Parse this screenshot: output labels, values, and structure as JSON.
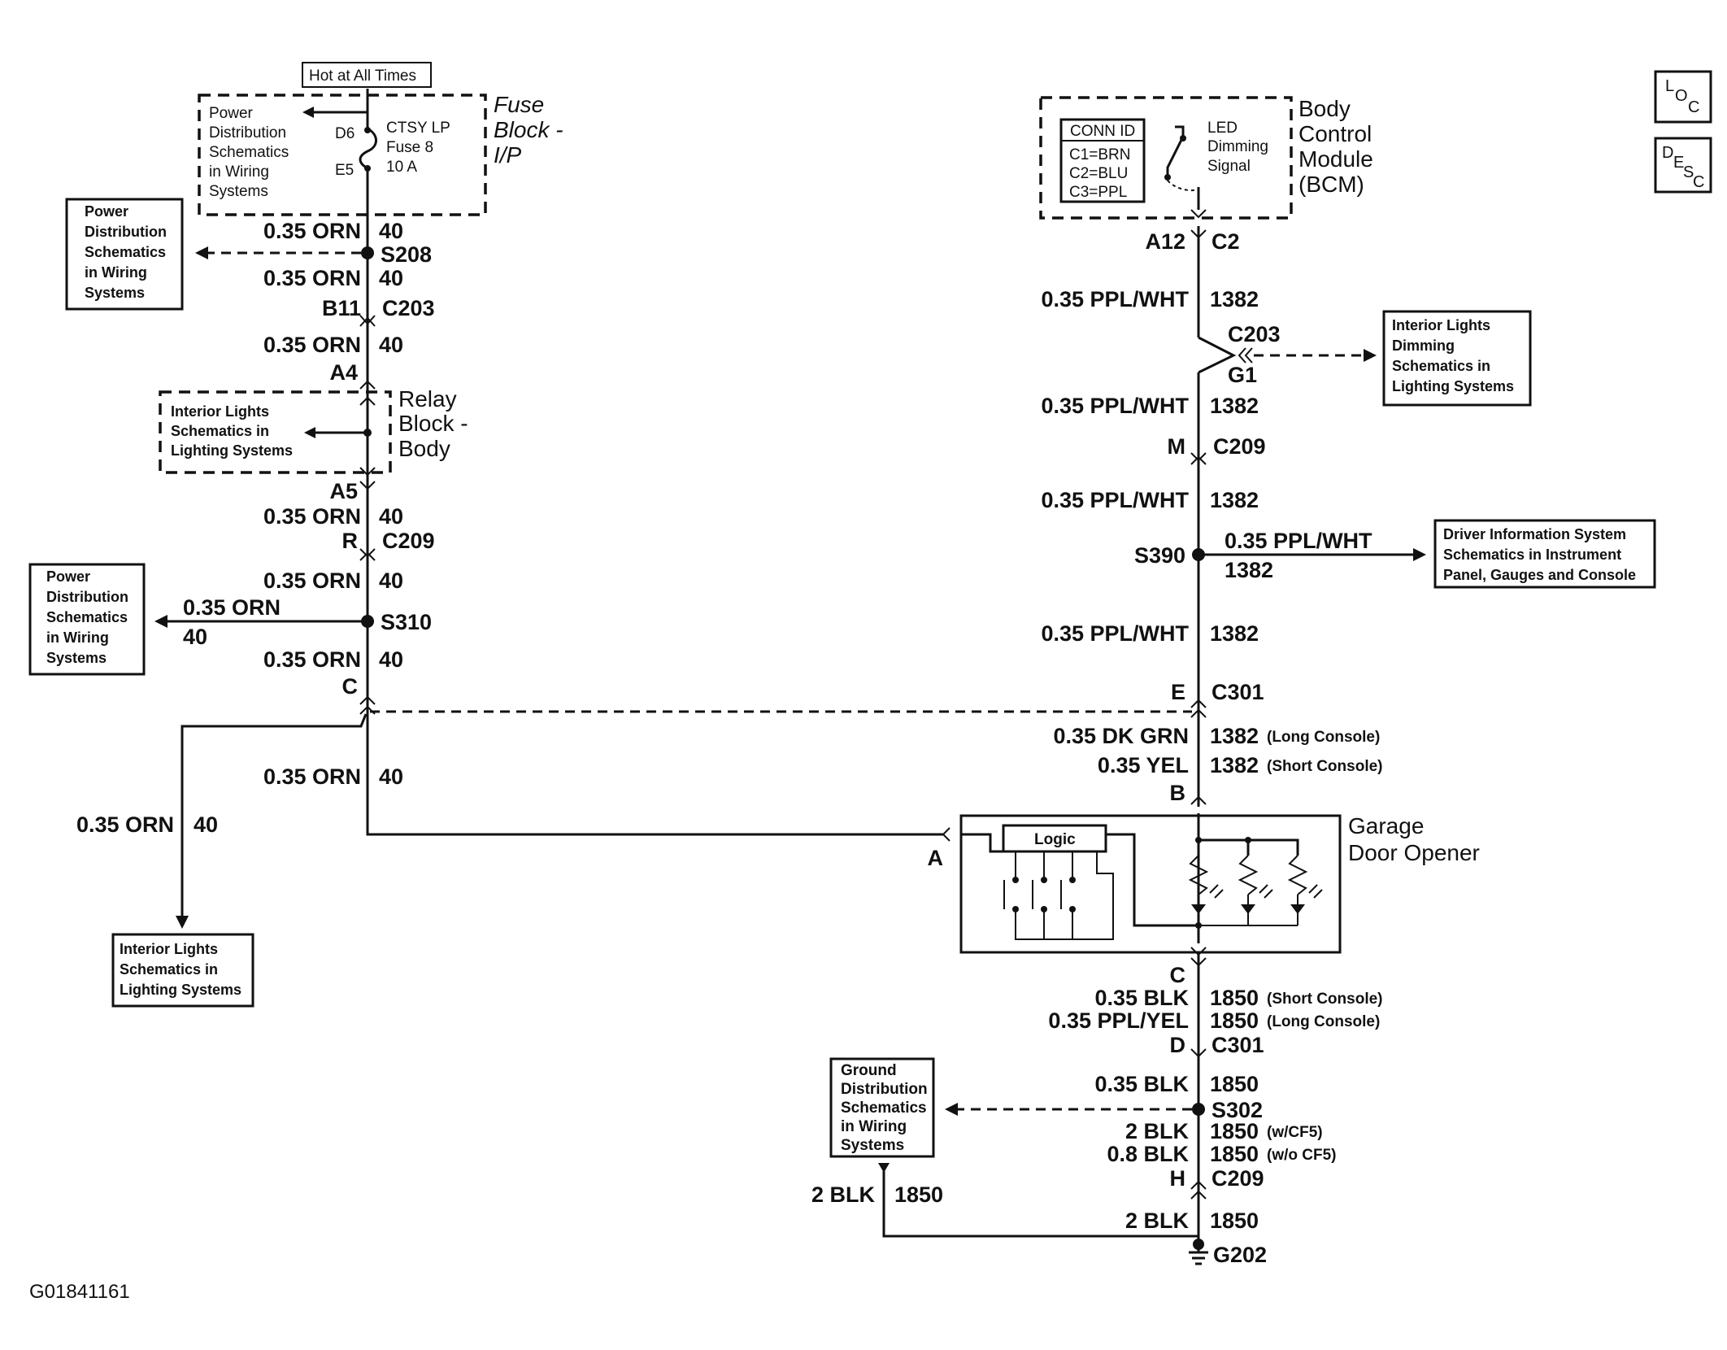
{
  "diagram_id": "G01841161",
  "icons": {
    "location": "loc-icon",
    "description": "desc-icon"
  },
  "header": {
    "hot": "Hot at All Times"
  },
  "fuse_block": {
    "title": [
      "Fuse",
      "Block -",
      "I/P"
    ],
    "ref": [
      "Power",
      "Distribution",
      "Schematics",
      "in Wiring",
      "Systems"
    ],
    "d6": "D6",
    "e5": "E5",
    "fuse": [
      "CTSY LP",
      "Fuse 8",
      "10 A"
    ]
  },
  "left": {
    "pd_box_1": [
      "Power",
      "Distribution",
      "Schematics",
      "in Wiring",
      "Systems"
    ],
    "w1": "0.35 ORN",
    "c1": "40",
    "s208": "S208",
    "w2": "0.35 ORN",
    "c2": "40",
    "b11": "B11",
    "c203": "C203",
    "w3": "0.35 ORN",
    "c3": "40",
    "a4": "A4",
    "relay_title": [
      "Relay",
      "Block -",
      "Body"
    ],
    "relay_ref": [
      "Interior Lights",
      "Schematics in",
      "Lighting Systems"
    ],
    "a5": "A5",
    "w4": "0.35 ORN",
    "c4": "40",
    "r": "R",
    "c209": "C209",
    "w5": "0.35 ORN",
    "c5": "40",
    "pd_box_2": [
      "Power",
      "Distribution",
      "Schematics",
      "in Wiring",
      "Systems"
    ],
    "branch_w": "0.35 ORN",
    "branch_c": "40",
    "s310": "S310",
    "w6": "0.35 ORN",
    "c6": "40",
    "c": "C",
    "w7": "0.35 ORN",
    "c7": "40",
    "w8": "0.35 ORN",
    "c8": "40",
    "il_box": [
      "Interior Lights",
      "Schematics in",
      "Lighting Systems"
    ]
  },
  "right": {
    "bcm_title": [
      "Body",
      "Control",
      "Module",
      "(BCM)"
    ],
    "conn_id": "CONN ID",
    "conn_rows": [
      "C1=BRN",
      "C2=BLU",
      "C3=PPL"
    ],
    "led": [
      "LED",
      "Dimming",
      "Signal"
    ],
    "a12": "A12",
    "c2": "C2",
    "w1": "0.35 PPL/WHT",
    "c1": "1382",
    "c203": "C203",
    "g1": "G1",
    "dim_box": [
      "Interior Lights",
      "Dimming",
      "Schematics in",
      "Lighting Systems"
    ],
    "w2": "0.35 PPL/WHT",
    "c2b": "1382",
    "m": "M",
    "c209": "C209",
    "w3": "0.35 PPL/WHT",
    "c3": "1382",
    "s390": "S390",
    "branch_w": "0.35 PPL/WHT",
    "branch_c": "1382",
    "dis_box": [
      "Driver Information System",
      "Schematics in Instrument",
      "Panel, Gauges and Console"
    ],
    "w4": "0.35 PPL/WHT",
    "c4": "1382",
    "e": "E",
    "c301": "C301",
    "w5": "0.35 DK GRN",
    "c5": "1382",
    "n5": "(Long Console)",
    "w6": "0.35 YEL",
    "c6": "1382",
    "n6": "(Short Console)",
    "b": "B",
    "gdo_title": [
      "Garage",
      "Door Opener"
    ],
    "logic": "Logic",
    "a": "A",
    "cpin": "C",
    "w7": "0.35 BLK",
    "c7": "1850",
    "n7": "(Short Console)",
    "w8": "0.35 PPL/YEL",
    "c8": "1850",
    "n8": "(Long Console)",
    "d": "D",
    "c301b": "C301",
    "w9": "0.35 BLK",
    "c9": "1850",
    "s302": "S302",
    "gd_box": [
      "Ground",
      "Distribution",
      "Schematics",
      "in Wiring",
      "Systems"
    ],
    "w10": "2 BLK",
    "c10": "1850",
    "n10": "(w/CF5)",
    "w11": "0.8 BLK",
    "c11": "1850",
    "n11": "(w/o CF5)",
    "h": "H",
    "c209b": "C209",
    "w12": "2 BLK",
    "c12": "1850",
    "gw": "2 BLK",
    "gc": "1850",
    "g202": "G202"
  }
}
